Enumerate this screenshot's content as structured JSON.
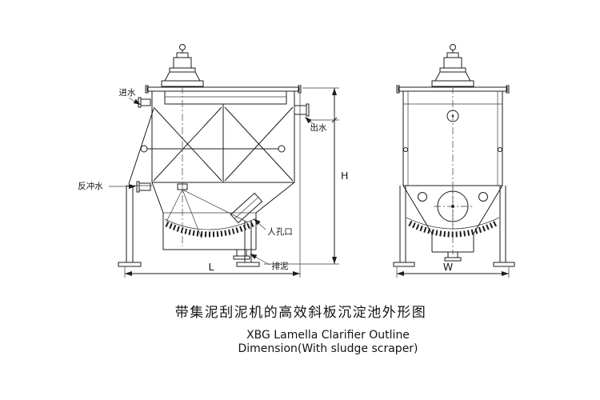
{
  "colors": {
    "line": "#1c1c1c",
    "background": "#ffffff"
  },
  "title": {
    "chinese": "带集泥刮泥机的高效斜板沉淀池外形图",
    "english_line1": "XBG Lamella Clarifier Outline",
    "english_line2": "Dimension(With sludge scraper)"
  },
  "annotations": {
    "inlet": "进水",
    "outlet": "出水",
    "backwash": "反冲水",
    "manhole": "人孔口",
    "sludge_discharge": "排泥"
  },
  "dimensions": {
    "length": "L",
    "height": "H",
    "width": "W"
  }
}
